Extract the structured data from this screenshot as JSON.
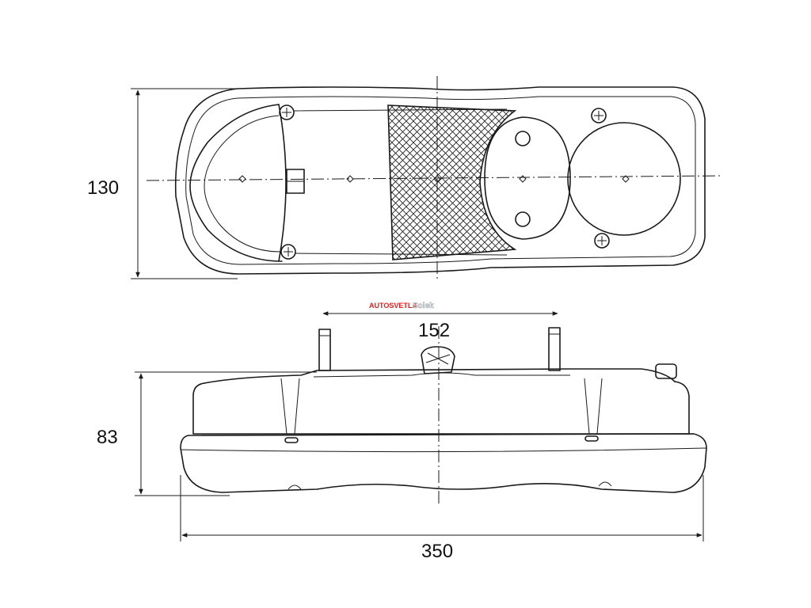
{
  "dimensions": {
    "height_top": "130",
    "height_side": "83",
    "bolt_spacing": "152",
    "length": "350"
  },
  "watermark": {
    "brand_red": "AUTOSVETLA",
    "brand_outline": "Solek"
  },
  "colors": {
    "line": "#1a1a1a",
    "watermark_red": "#e02020",
    "background": "#ffffff"
  }
}
